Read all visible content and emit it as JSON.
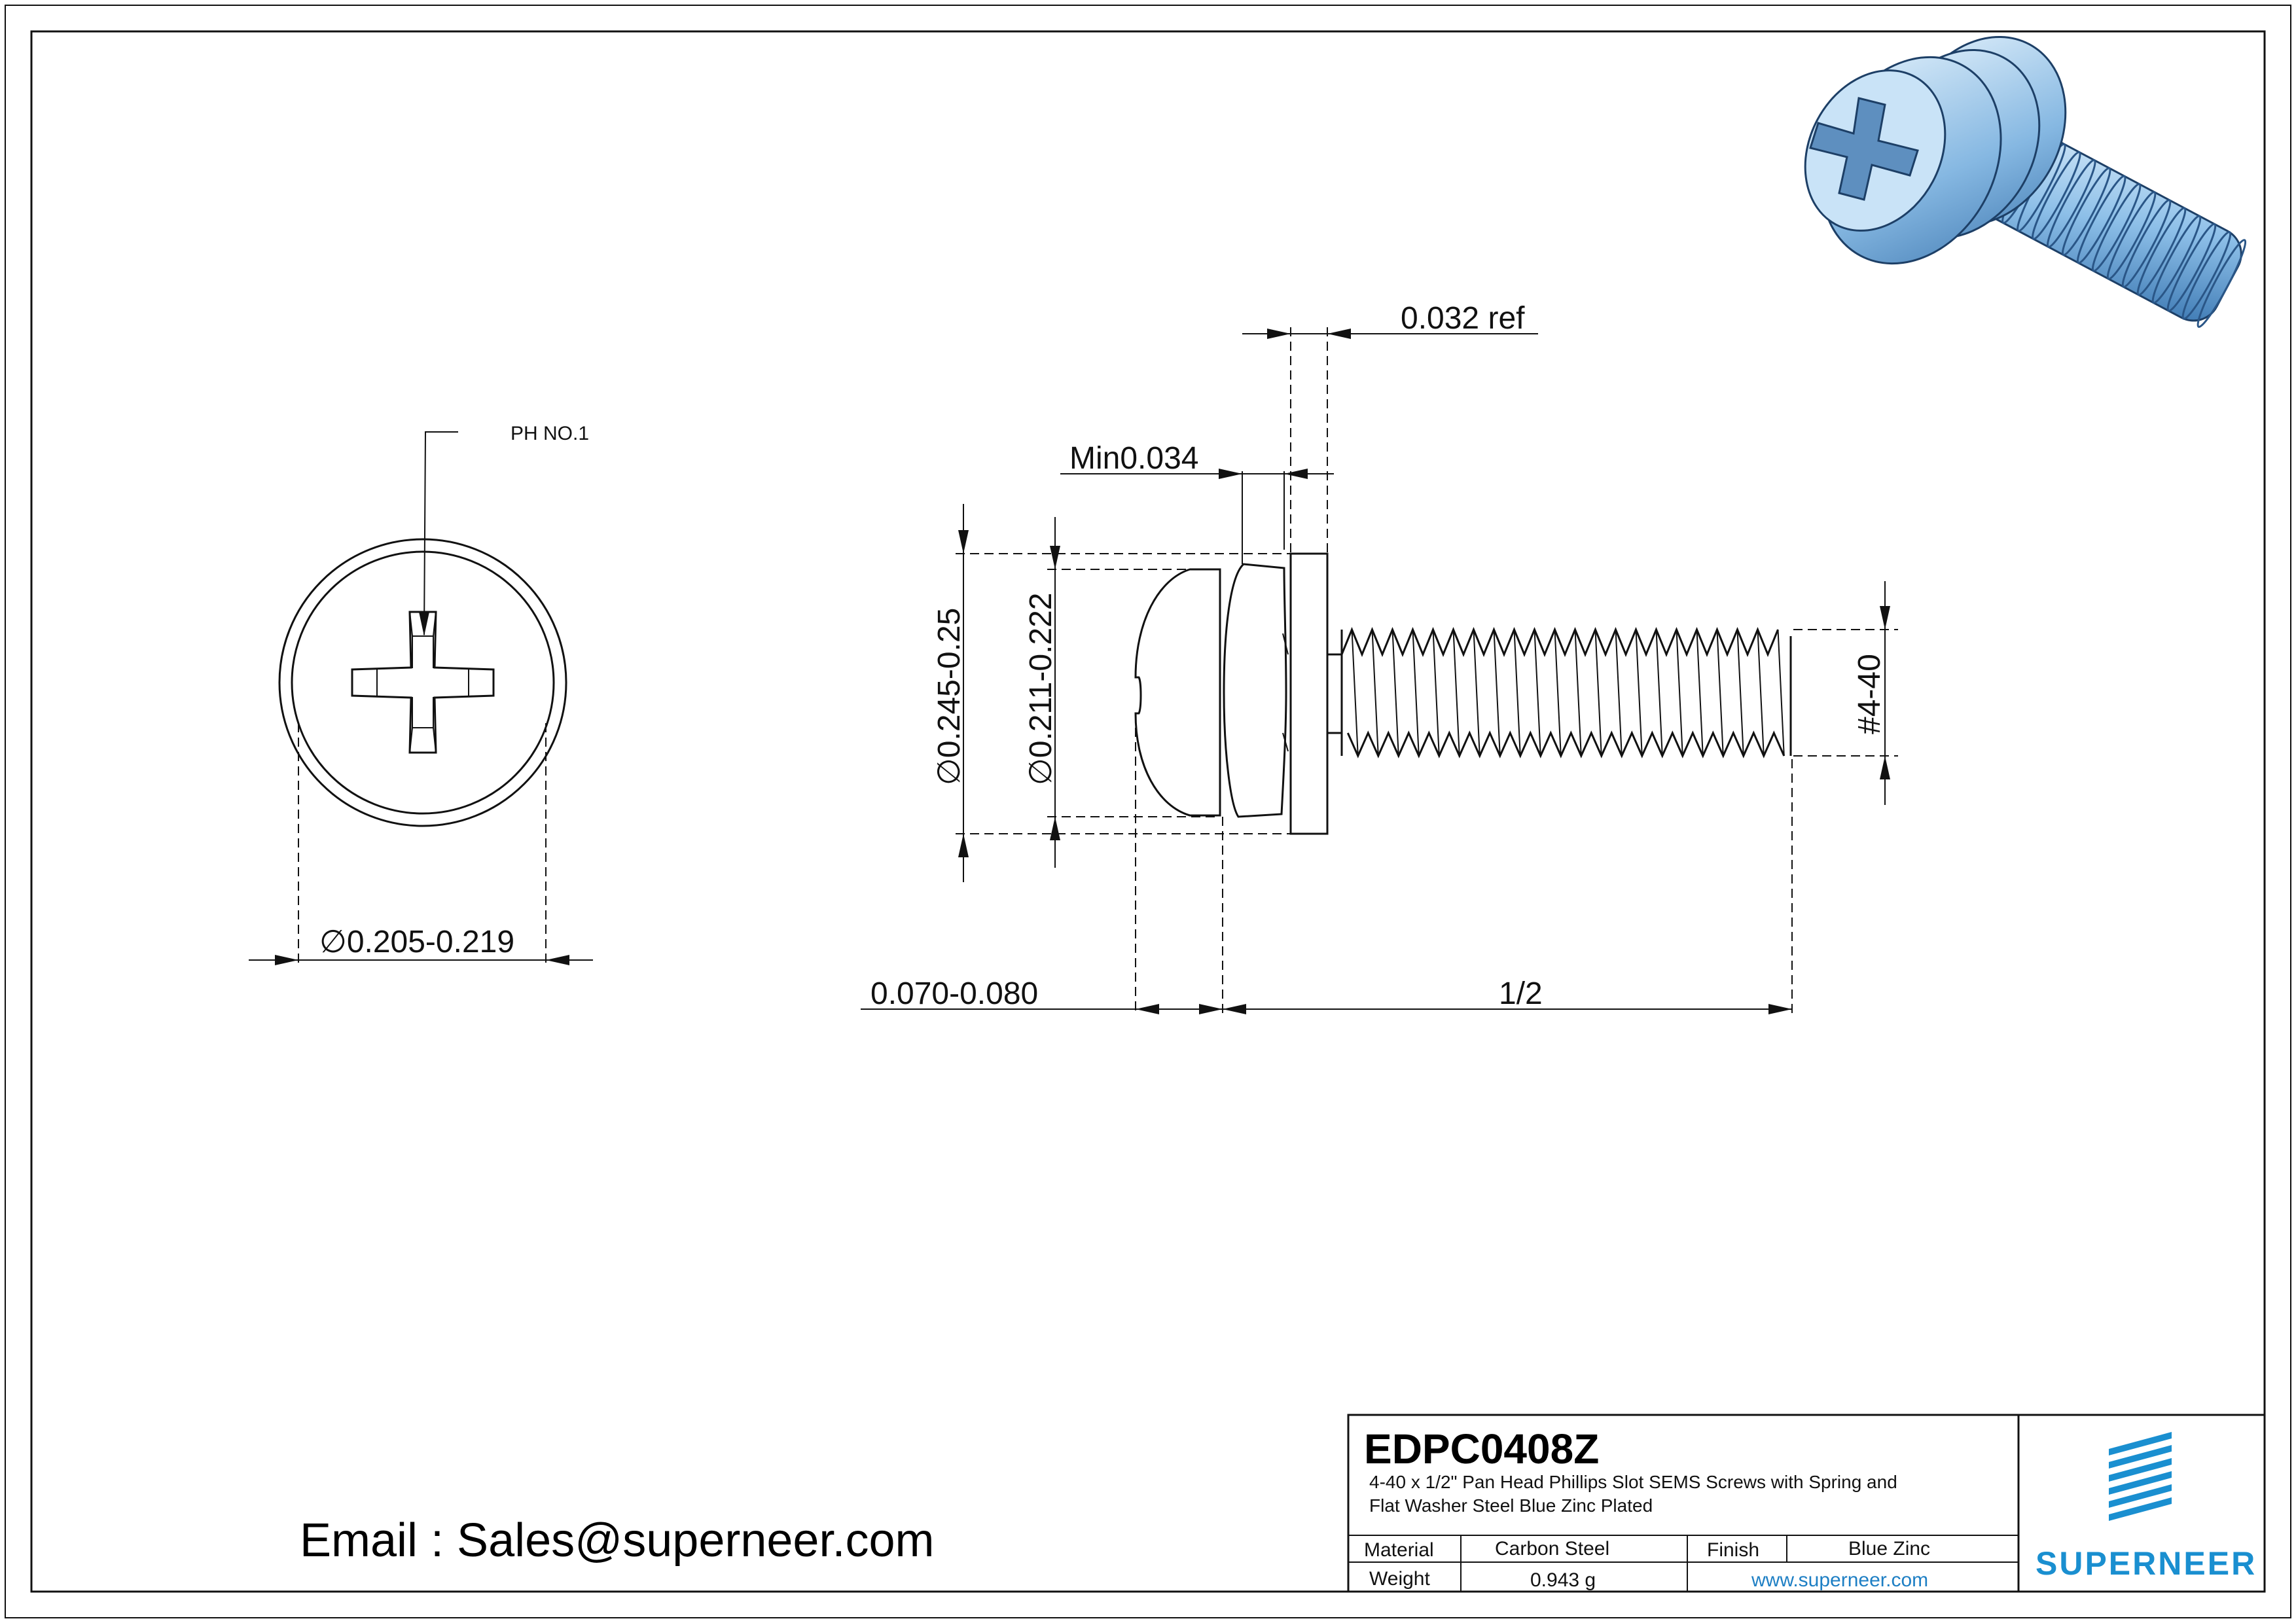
{
  "drawing": {
    "front_view": {
      "callout": "PH NO.1",
      "head_diameter": "0.205-0.219"
    },
    "side_view": {
      "washer_thickness": "0.032 ref",
      "spring_washer_min": "Min0.034",
      "flat_washer_diameter": "0.245-0.25",
      "spring_washer_diameter": "0.211-0.222",
      "head_height": "0.070-0.080",
      "length": "1/2",
      "thread": "#4-40"
    },
    "diameter_symbol": "∅"
  },
  "contact": {
    "email_line": "Email : Sales@superneer.com"
  },
  "title_block": {
    "part_number": "EDPC0408Z",
    "description_line1": "4-40 x 1/2\" Pan Head Phillips Slot SEMS Screws with Spring and",
    "description_line2": "Flat Washer Steel Blue Zinc Plated",
    "material_label": "Material",
    "material_value": "Carbon Steel",
    "finish_label": "Finish",
    "finish_value": "Blue Zinc",
    "weight_label": "Weight",
    "weight_value": "0.943 g",
    "website": "www.superneer.com",
    "brand": "SUPERNEER"
  },
  "colors": {
    "line": "#111111",
    "brand_blue": "#1a8fd0",
    "render_blue": "#7fb3e0"
  }
}
